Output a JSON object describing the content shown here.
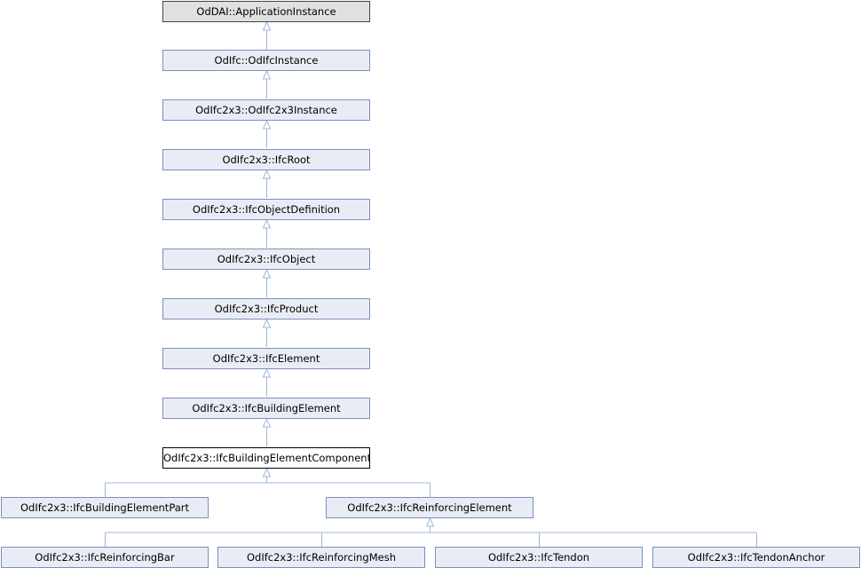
{
  "diagram": {
    "nodes": {
      "applicationinstance": "OdDAI::ApplicationInstance",
      "odifcinstance": "OdIfc::OdIfcInstance",
      "odifc2x3instance": "OdIfc2x3::OdIfc2x3Instance",
      "ifcroot": "OdIfc2x3::IfcRoot",
      "ifcobjectdefinition": "OdIfc2x3::IfcObjectDefinition",
      "ifcobject": "OdIfc2x3::IfcObject",
      "ifcproduct": "OdIfc2x3::IfcProduct",
      "ifcelement": "OdIfc2x3::IfcElement",
      "ifcbuildingelement": "OdIfc2x3::IfcBuildingElement",
      "ifcbuildingelementcomponent": "OdIfc2x3::IfcBuildingElementComponent",
      "ifcbuildingelementpart": "OdIfc2x3::IfcBuildingElementPart",
      "ifcreinforcingelement": "OdIfc2x3::IfcReinforcingElement",
      "ifcreinforcingbar": "OdIfc2x3::IfcReinforcingBar",
      "ifcreinforcingmesh": "OdIfc2x3::IfcReinforcingMesh",
      "ifctendon": "OdIfc2x3::IfcTendon",
      "ifctendonanchor": "OdIfc2x3::IfcTendonAnchor"
    },
    "edge_color": "#9cb8d8",
    "node_fill": "#e9ecf5",
    "node_border": "#7b8fbc",
    "external_fill": "#e0e0e0",
    "current_fill": "#ffffff"
  }
}
